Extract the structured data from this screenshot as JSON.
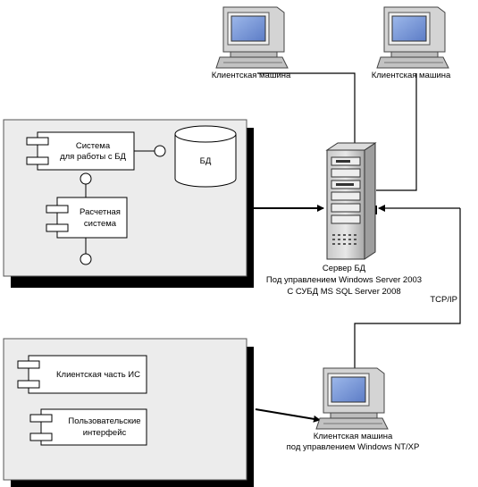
{
  "diagram": {
    "client_top_left": {
      "label": "Клиентская машина"
    },
    "client_top_right": {
      "label": "Клиентская машина"
    },
    "server": {
      "line1": "Сервер БД",
      "line2": "Под управлением Windows Server 2003",
      "line3": "С СУБД MS SQL Server 2008"
    },
    "client_bottom": {
      "line1": "Клиентская машина",
      "line2": "под управлением Windows NT/XP"
    },
    "protocol_label": "TCP/IP",
    "package_upper": {
      "component_db_system_line1": "Система",
      "component_db_system_line2": "для работы с БД",
      "component_calc_line1": "Расчетная",
      "component_calc_line2": "система",
      "database_label": "БД"
    },
    "package_lower": {
      "component_client_part": "Клиентская часть ИС",
      "component_ui_line1": "Пользовательские",
      "component_ui_line2": "интерфейс"
    }
  }
}
